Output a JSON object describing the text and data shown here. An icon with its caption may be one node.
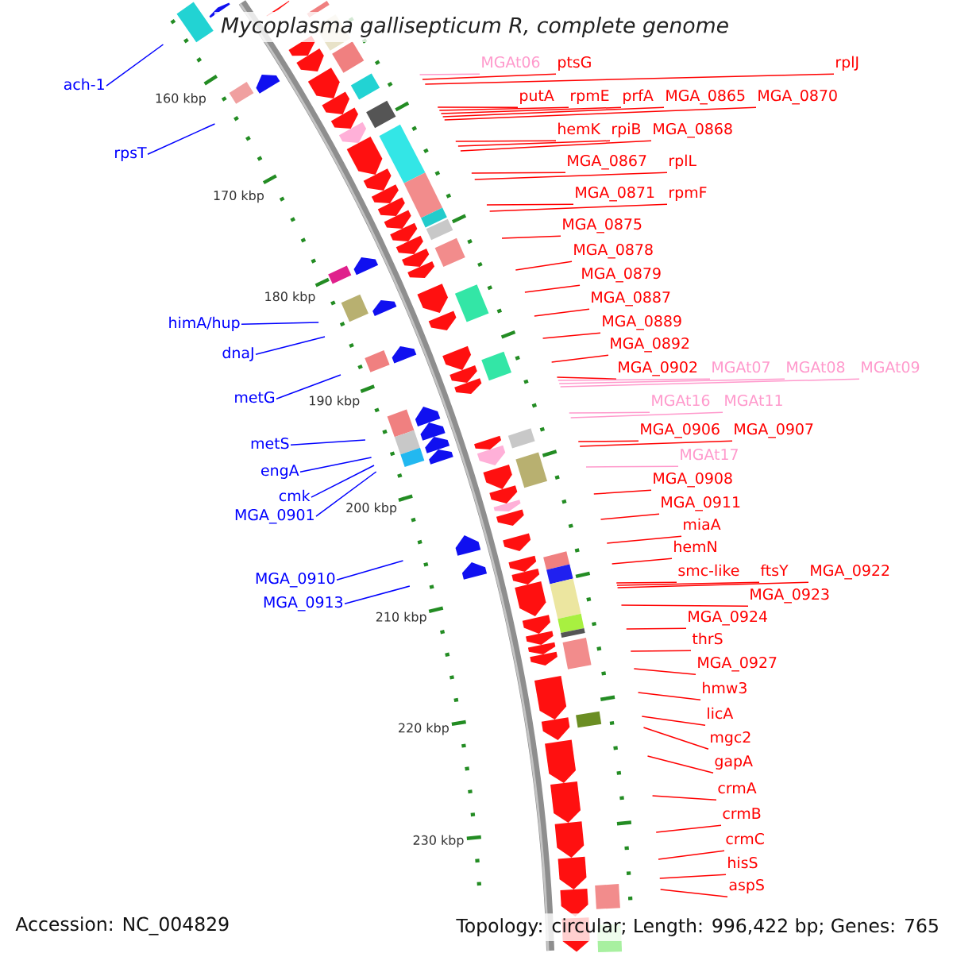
{
  "diagram": {
    "title": "Mycoplasma gallisepticum R, complete genome",
    "nodes": [
      {
        "text": [
          "ach-1"
        ]
      },
      {
        "text": [
          "rpsT"
        ]
      },
      {
        "text": [
          "himA/hup"
        ]
      },
      {
        "text": [
          "dnaJ"
        ]
      },
      {
        "text": [
          "metG"
        ]
      },
      {
        "text": [
          "metS"
        ]
      },
      {
        "text": [
          "engA"
        ]
      },
      {
        "text": [
          "cmk"
        ]
      },
      {
        "text": [
          "MGA_0901"
        ]
      },
      {
        "text": [
          "MGA_0910"
        ]
      },
      {
        "text": [
          "MGA_0913"
        ]
      },
      {
        "text": [
          "MGAt06"
        ]
      },
      {
        "text": [
          "ptsG"
        ]
      },
      {
        "text": [
          "putA"
        ]
      },
      {
        "text": [
          "rpmE"
        ]
      },
      {
        "text": [
          "prfA"
        ]
      },
      {
        "text": [
          "MGA_0865"
        ]
      },
      {
        "text": [
          "MGA_0870"
        ]
      },
      {
        "text": [
          "rplJ"
        ]
      },
      {
        "text": [
          "hemK"
        ]
      },
      {
        "text": [
          "rpiB"
        ]
      },
      {
        "text": [
          "MGA_0868"
        ]
      },
      {
        "text": [
          "MGA_0867"
        ]
      },
      {
        "text": [
          "rplL"
        ]
      },
      {
        "text": [
          "MGA_0871"
        ]
      },
      {
        "text": [
          "rpmF"
        ]
      },
      {
        "text": [
          "MGA_0875"
        ]
      },
      {
        "text": [
          "MGA_0878"
        ]
      },
      {
        "text": [
          "MGA_0879"
        ]
      },
      {
        "text": [
          "MGA_0887"
        ]
      },
      {
        "text": [
          "MGA_0889"
        ]
      },
      {
        "text": [
          "MGA_0892"
        ]
      },
      {
        "text": [
          "MGA_0902"
        ]
      },
      {
        "text": [
          "MGAt07"
        ]
      },
      {
        "text": [
          "MGAt08"
        ]
      },
      {
        "text": [
          "MGAt09"
        ]
      },
      {
        "text": [
          "MGAt11"
        ]
      },
      {
        "text": [
          "MGAt16"
        ]
      },
      {
        "text": [
          "MGA_0906"
        ]
      },
      {
        "text": [
          "MGA_0907"
        ]
      },
      {
        "text": [
          "MGAt17"
        ]
      },
      {
        "text": [
          "MGA_0908"
        ]
      },
      {
        "text": [
          "MGA_0911"
        ]
      },
      {
        "text": [
          "miaA"
        ]
      },
      {
        "text": [
          "hemN"
        ]
      },
      {
        "text": [
          "smc-like"
        ]
      },
      {
        "text": [
          "ftsY"
        ]
      },
      {
        "text": [
          "MGA_0922"
        ]
      },
      {
        "text": [
          "MGA_0923"
        ]
      },
      {
        "text": [
          "MGA_0924"
        ]
      },
      {
        "text": [
          "thrS"
        ]
      },
      {
        "text": [
          "MGA_0927"
        ]
      },
      {
        "text": [
          "hmw3"
        ]
      },
      {
        "text": [
          "licA"
        ]
      },
      {
        "text": [
          "mgc2"
        ]
      },
      {
        "text": [
          "gapA"
        ]
      },
      {
        "text": [
          "crmA"
        ]
      },
      {
        "text": [
          "crmB"
        ]
      },
      {
        "text": [
          "crmC"
        ]
      },
      {
        "text": [
          "hisS"
        ]
      },
      {
        "text": [
          "aspS"
        ]
      }
    ],
    "edges": [
      {
        "from": 0,
        "to": null,
        "arrow": "none",
        "color": "#0000ff"
      },
      {
        "from": 1,
        "to": null,
        "arrow": "none",
        "color": "#0000ff"
      },
      {
        "from": 2,
        "to": null,
        "arrow": "none",
        "color": "#0000ff"
      },
      {
        "from": 3,
        "to": null,
        "arrow": "none",
        "color": "#0000ff"
      },
      {
        "from": 4,
        "to": null,
        "arrow": "none",
        "color": "#0000ff"
      },
      {
        "from": 5,
        "to": null,
        "arrow": "none",
        "color": "#0000ff"
      },
      {
        "from": 6,
        "to": null,
        "arrow": "none",
        "color": "#0000ff"
      },
      {
        "from": 7,
        "to": null,
        "arrow": "none",
        "color": "#0000ff"
      },
      {
        "from": 8,
        "to": null,
        "arrow": "none",
        "color": "#0000ff"
      },
      {
        "from": 9,
        "to": null,
        "arrow": "none",
        "color": "#0000ff"
      },
      {
        "from": 10,
        "to": null,
        "arrow": "none",
        "color": "#0000ff"
      },
      {
        "from": 11,
        "to": null,
        "arrow": "none",
        "color": "#ff99cc"
      },
      {
        "from": 12,
        "to": null,
        "arrow": "none"
      },
      {
        "from": 13,
        "to": null,
        "arrow": "none"
      },
      {
        "from": 14,
        "to": null,
        "arrow": "none"
      },
      {
        "from": 15,
        "to": null,
        "arrow": "none"
      },
      {
        "from": 16,
        "to": null,
        "arrow": "none"
      },
      {
        "from": 17,
        "to": null,
        "arrow": "none"
      },
      {
        "from": 18,
        "to": null,
        "arrow": "none"
      },
      {
        "from": 19,
        "to": null,
        "arrow": "none"
      },
      {
        "from": 20,
        "to": null,
        "arrow": "none"
      },
      {
        "from": 21,
        "to": null,
        "arrow": "none"
      },
      {
        "from": 22,
        "to": null,
        "arrow": "none"
      },
      {
        "from": 23,
        "to": null,
        "arrow": "none"
      },
      {
        "from": 24,
        "to": null,
        "arrow": "none"
      },
      {
        "from": 25,
        "to": null,
        "arrow": "none"
      },
      {
        "from": 26,
        "to": null,
        "arrow": "none"
      },
      {
        "from": 27,
        "to": null,
        "arrow": "none"
      },
      {
        "from": 28,
        "to": null,
        "arrow": "none"
      },
      {
        "from": 29,
        "to": null,
        "arrow": "none"
      },
      {
        "from": 30,
        "to": null,
        "arrow": "none"
      },
      {
        "from": 31,
        "to": null,
        "arrow": "none"
      },
      {
        "from": 32,
        "to": null,
        "arrow": "none"
      },
      {
        "from": 33,
        "to": null,
        "arrow": "none",
        "color": "#ff99cc"
      },
      {
        "from": 34,
        "to": null,
        "arrow": "none",
        "color": "#ff99cc"
      },
      {
        "from": 35,
        "to": null,
        "arrow": "none",
        "color": "#ff99cc"
      },
      {
        "from": 36,
        "to": null,
        "arrow": "none",
        "color": "#ff99cc"
      },
      {
        "from": 37,
        "to": null,
        "arrow": "none",
        "color": "#ff99cc"
      },
      {
        "from": 38,
        "to": null,
        "arrow": "none"
      },
      {
        "from": 39,
        "to": null,
        "arrow": "none"
      },
      {
        "from": 40,
        "to": null,
        "arrow": "none",
        "color": "#ff99cc"
      },
      {
        "from": 41,
        "to": null,
        "arrow": "none"
      },
      {
        "from": 42,
        "to": null,
        "arrow": "none"
      },
      {
        "from": 43,
        "to": null,
        "arrow": "none"
      },
      {
        "from": 44,
        "to": null,
        "arrow": "none"
      },
      {
        "from": 45,
        "to": null,
        "arrow": "none"
      },
      {
        "from": 46,
        "to": null,
        "arrow": "none"
      },
      {
        "from": 47,
        "to": null,
        "arrow": "none"
      },
      {
        "from": 48,
        "to": null,
        "arrow": "none"
      },
      {
        "from": 49,
        "to": null,
        "arrow": "none"
      },
      {
        "from": 50,
        "to": null,
        "arrow": "none"
      },
      {
        "from": 51,
        "to": null,
        "arrow": "none"
      },
      {
        "from": 52,
        "to": null,
        "arrow": "none"
      },
      {
        "from": 53,
        "to": null,
        "arrow": "none"
      },
      {
        "from": 54,
        "to": null,
        "arrow": "none"
      },
      {
        "from": 55,
        "to": null,
        "arrow": "none"
      },
      {
        "from": 56,
        "to": null,
        "arrow": "none"
      },
      {
        "from": 57,
        "to": null,
        "arrow": "none"
      },
      {
        "from": 58,
        "to": null,
        "arrow": "none"
      },
      {
        "from": 59,
        "to": null,
        "arrow": "none"
      },
      {
        "from": 60,
        "to": null,
        "arrow": "none"
      }
    ],
    "labels": [
      "160 kbp",
      "170 kbp",
      "180 kbp",
      "190 kbp",
      "200 kbp",
      "210 kbp",
      "220 kbp",
      "230 kbp",
      "Accession: NC_004829",
      "Topology: circular; Length: 996,422 bp; Genes: 765"
    ]
  }
}
